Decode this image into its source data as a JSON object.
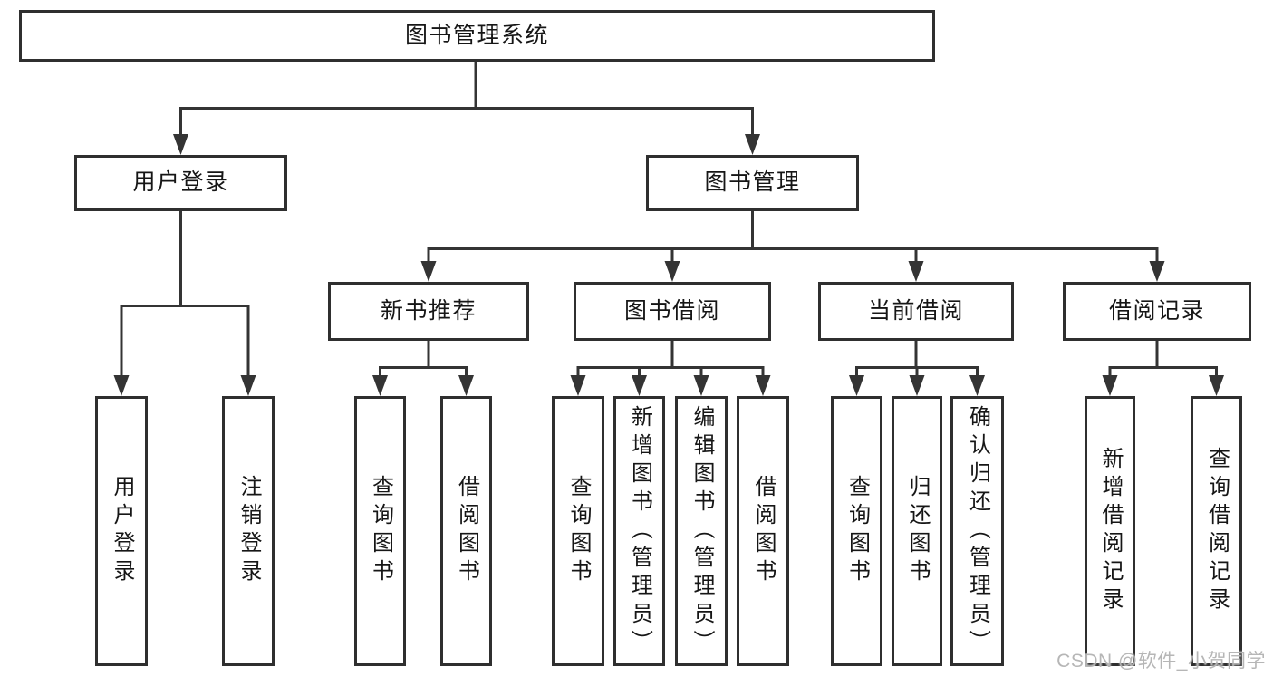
{
  "diagram": {
    "root": {
      "label": "图书管理系统"
    },
    "branches": [
      {
        "label": "用户登录",
        "children": [
          {
            "label": "用户登录"
          },
          {
            "label": "注销登录"
          }
        ]
      },
      {
        "label": "图书管理",
        "children": [
          {
            "label": "新书推荐",
            "children": [
              {
                "label": "查询图书"
              },
              {
                "label": "借阅图书"
              }
            ]
          },
          {
            "label": "图书借阅",
            "children": [
              {
                "label": "查询图书"
              },
              {
                "label": "新增图书（管理员）"
              },
              {
                "label": "编辑图书（管理员）"
              },
              {
                "label": "借阅图书"
              }
            ]
          },
          {
            "label": "当前借阅",
            "children": [
              {
                "label": "查询图书"
              },
              {
                "label": "归还图书"
              },
              {
                "label": "确认归还（管理员）"
              }
            ]
          },
          {
            "label": "借阅记录",
            "children": [
              {
                "label": "新增借阅记录"
              },
              {
                "label": "查询借阅记录"
              }
            ]
          }
        ]
      }
    ],
    "watermark": "CSDN @软件_小贺同学",
    "colors": {
      "line": "#343434",
      "box_border": "#2f2f2f",
      "text": "#161616",
      "watermark": "#b2b2b2",
      "background": "#ffffff"
    }
  }
}
